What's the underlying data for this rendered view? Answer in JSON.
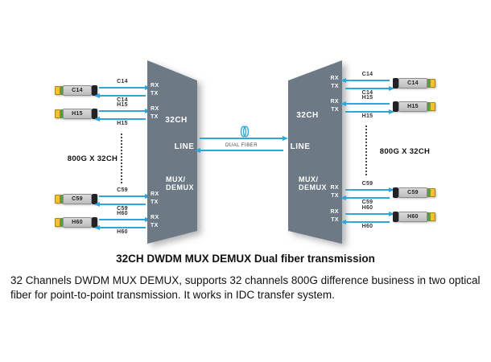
{
  "diagram": {
    "caption": "32CH DWDM MUX DEMUX Dual fiber transmission",
    "description": "32 Channels DWDM MUX DEMUX, supports 32 channels 800G difference business in two optical fiber for point-to-point transmission. It works in IDC transfer system.",
    "labels": {
      "rx": "RX",
      "tx": "TX"
    },
    "left_device": {
      "channels": "32CH",
      "port": "LINE",
      "mux_line1": "MUX/",
      "mux_line2": "DEMUX"
    },
    "right_device": {
      "channels": "32CH",
      "port": "LINE",
      "mux_line1": "MUX/",
      "mux_line2": "DEMUX"
    },
    "center": {
      "fiber_label": "DUAL FIBER"
    },
    "left_rows": [
      {
        "label": "C14"
      },
      {
        "label": "H15"
      },
      {
        "label": "C59"
      },
      {
        "label": "H60"
      }
    ],
    "right_rows": [
      {
        "label": "C14"
      },
      {
        "label": "H15"
      },
      {
        "label": "C59"
      },
      {
        "label": "H60"
      }
    ],
    "left_capacity": "800G X 32CH",
    "right_capacity": "800G X 32CH",
    "colors": {
      "arrow_blue": "#2ea6d8",
      "device_slate": "#6d7a85",
      "module_yellow": "#f2c12e",
      "module_green": "#3fa844"
    }
  }
}
